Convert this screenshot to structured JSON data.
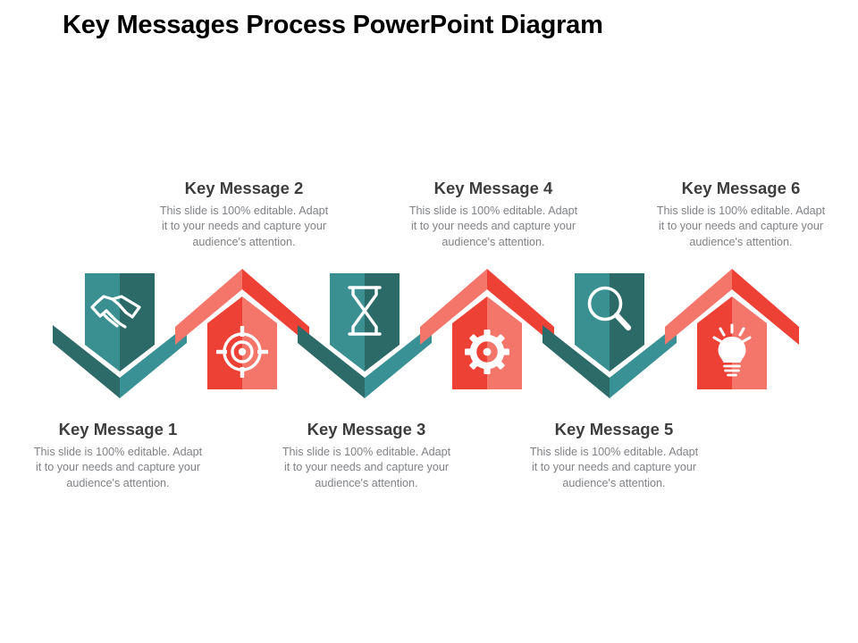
{
  "slide": {
    "title": "Key Messages Process PowerPoint Diagram",
    "background_color": "#FFFFFF"
  },
  "palette": {
    "teal_light": "#3A8F91",
    "teal_dark": "#2C6A68",
    "teal_arm_light": "#3A9195",
    "teal_arm_dark": "#2D6B69",
    "red_light": "#F4766B",
    "red_dark": "#EE4136",
    "red_arm_light": "#F4766B",
    "red_arm_dark": "#EE4136",
    "title_text": "#000000",
    "heading_text": "#3D3D3D",
    "body_text": "#808285",
    "icon_color": "#FFFFFF"
  },
  "body_text": "This slide is 100% editable. Adapt it to your needs and capture your audience's attention.",
  "messages": [
    {
      "index": 1,
      "title": "Key Message 1",
      "body": "This slide is 100% editable. Adapt it to your needs and capture your audience's attention.",
      "position": "bottom",
      "color_scheme": "teal",
      "direction": "down",
      "icon": "handshake-icon"
    },
    {
      "index": 2,
      "title": "Key Message 2",
      "body": "This slide is 100% editable. Adapt it to your needs and capture your audience's attention.",
      "position": "top",
      "color_scheme": "red",
      "direction": "up",
      "icon": "target-icon"
    },
    {
      "index": 3,
      "title": "Key Message 3",
      "body": "This slide is 100% editable. Adapt it to your needs and capture your audience's attention.",
      "position": "bottom",
      "color_scheme": "teal",
      "direction": "down",
      "icon": "hourglass-icon"
    },
    {
      "index": 4,
      "title": "Key Message 4",
      "body": "This slide is 100% editable. Adapt it to your needs and capture your audience's attention.",
      "position": "top",
      "color_scheme": "red",
      "direction": "up",
      "icon": "gear-icon"
    },
    {
      "index": 5,
      "title": "Key Message 5",
      "body": "This slide is 100% editable. Adapt it to your needs and capture your audience's attention.",
      "position": "bottom",
      "color_scheme": "teal",
      "direction": "down",
      "icon": "magnifier-icon"
    },
    {
      "index": 6,
      "title": "Key Message 6",
      "body": "This slide is 100% editable. Adapt it to your needs and capture your audience's attention.",
      "position": "top",
      "color_scheme": "red",
      "direction": "up",
      "icon": "lightbulb-icon"
    }
  ]
}
